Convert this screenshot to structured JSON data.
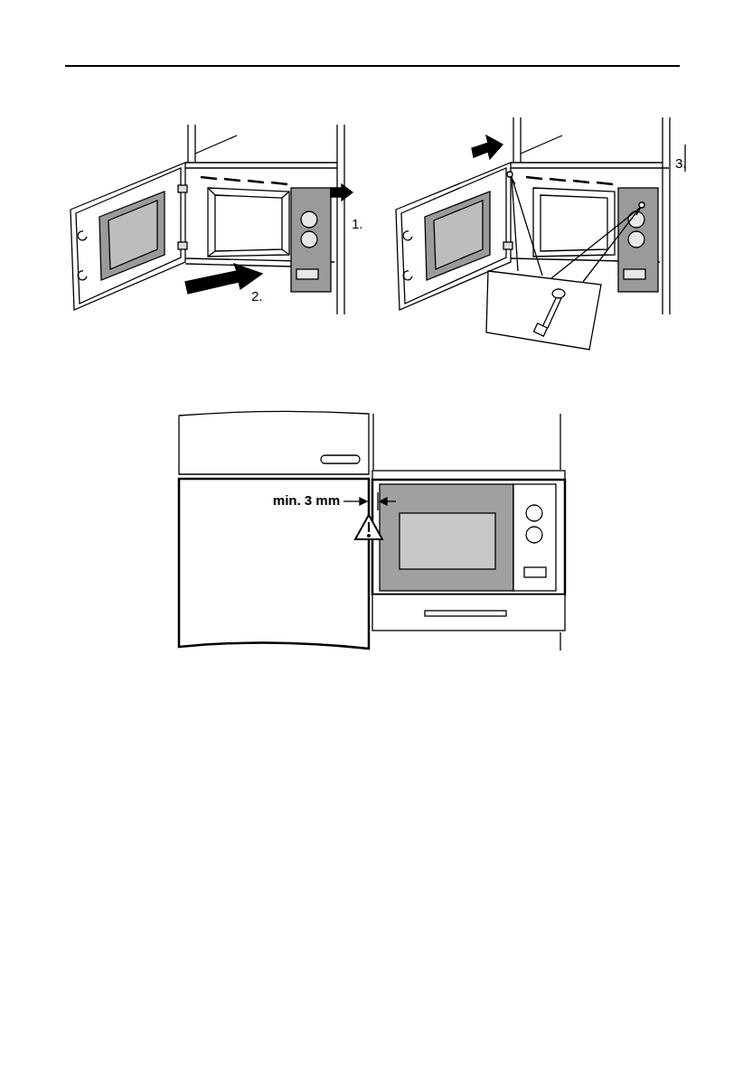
{
  "diagram": {
    "labels": [
      "1.",
      "2.",
      "3.",
      "min. 3 mm"
    ]
  }
}
